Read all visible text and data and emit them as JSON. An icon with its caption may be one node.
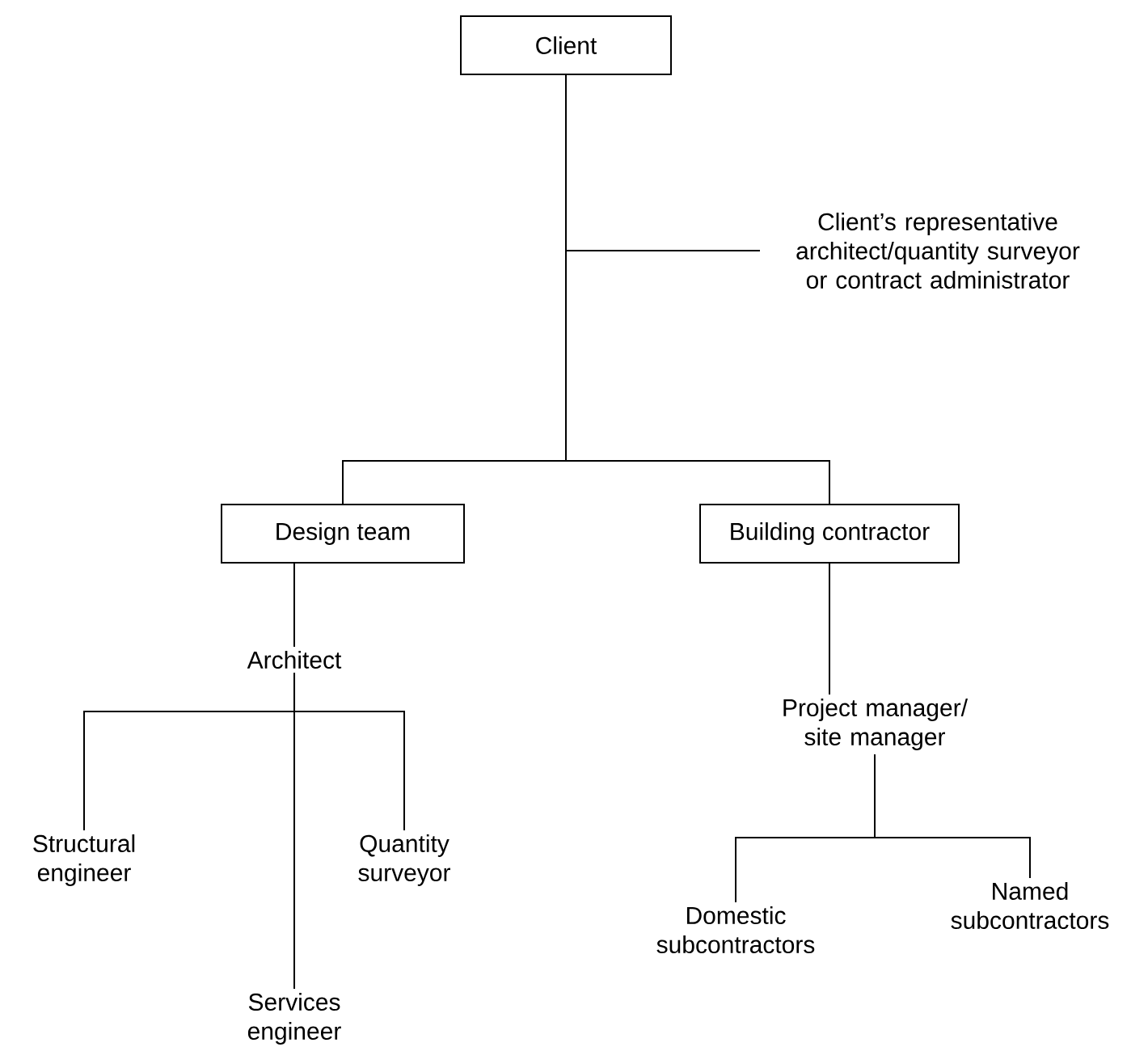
{
  "diagram": {
    "nodes": [
      {
        "text": [
          "Client"
        ]
      },
      {
        "text": [
          "Client’s representative architect/quantity surveyor or contract administrator"
        ]
      },
      {
        "text": [
          "Design team"
        ]
      },
      {
        "text": [
          "Building contractor"
        ]
      },
      {
        "text": [
          "Architect"
        ]
      },
      {
        "text": [
          "Structural engineer"
        ]
      },
      {
        "text": [
          "Services engineer"
        ]
      },
      {
        "text": [
          "Quantity surveyor"
        ]
      },
      {
        "text": [
          "Project manager/ site manager"
        ]
      },
      {
        "text": [
          "Domestic subcontractors"
        ]
      },
      {
        "text": [
          "Named subcontractors"
        ]
      }
    ],
    "edges": [
      {
        "from": 0,
        "to": 1,
        "arrow": "none"
      },
      {
        "from": 0,
        "to": 2,
        "arrow": "none"
      },
      {
        "from": 0,
        "to": 3,
        "arrow": "none"
      },
      {
        "from": 2,
        "to": 4,
        "arrow": "none"
      },
      {
        "from": 4,
        "to": 5,
        "arrow": "none"
      },
      {
        "from": 4,
        "to": 6,
        "arrow": "none"
      },
      {
        "from": 4,
        "to": 7,
        "arrow": "none"
      },
      {
        "from": 3,
        "to": 8,
        "arrow": "none"
      },
      {
        "from": 8,
        "to": 9,
        "arrow": "none"
      },
      {
        "from": 8,
        "to": 10,
        "arrow": "none"
      }
    ]
  }
}
